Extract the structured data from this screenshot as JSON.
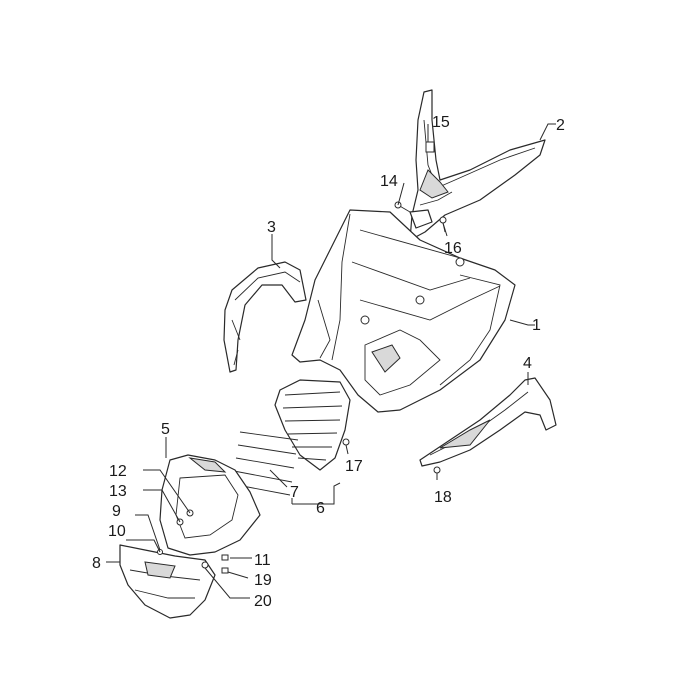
{
  "callouts": {
    "c1": "1",
    "c2": "2",
    "c3": "3",
    "c4": "4",
    "c5": "5",
    "c6": "6",
    "c7": "7",
    "c8": "8",
    "c9": "9",
    "c10": "10",
    "c11": "11",
    "c12": "12",
    "c13": "13",
    "c14": "14",
    "c15": "15",
    "c16": "16",
    "c17": "17",
    "c18": "18",
    "c19": "19",
    "c20": "20"
  },
  "colors": {
    "line": "#2a2a2a",
    "shade": "#d9d9d9",
    "background": "#ffffff"
  }
}
